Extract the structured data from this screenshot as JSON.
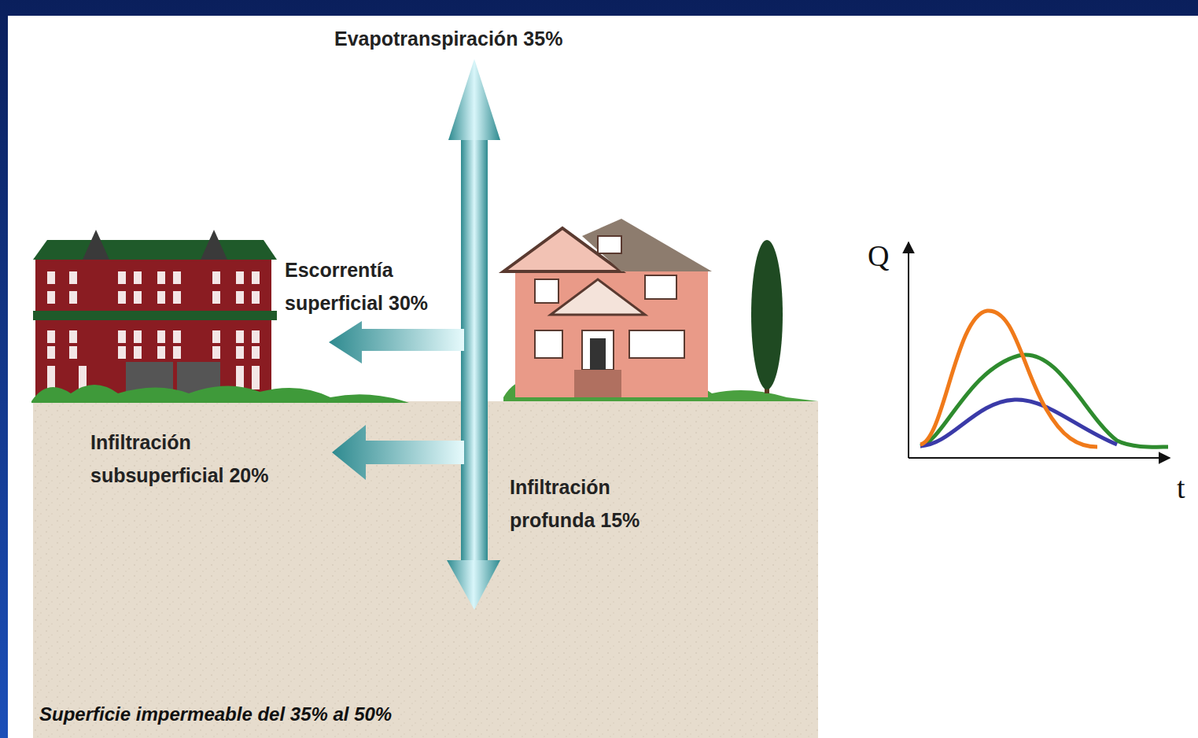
{
  "diagram": {
    "labels": [
      "Evapotranspiración 35%",
      "Escorrentía superficial 30%",
      "Infiltración subsuperficial 20%",
      "Infiltración profunda 15%",
      "Superficie impermeable del 35% al 50%",
      "Q",
      "t"
    ]
  }
}
